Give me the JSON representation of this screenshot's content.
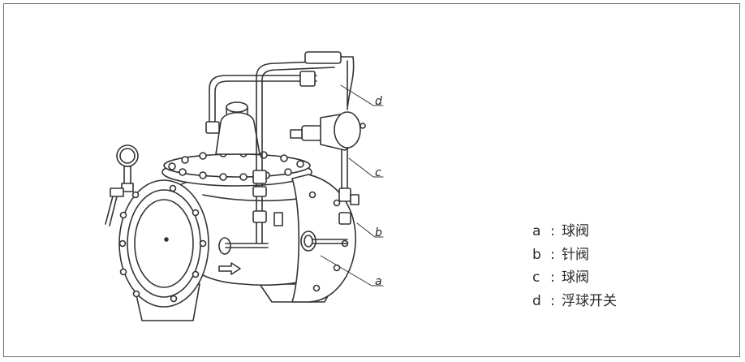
{
  "callouts": {
    "d": "d",
    "c": "c",
    "b": "b",
    "a": "a"
  },
  "legend": [
    {
      "key": "a",
      "sep": ":",
      "label": "球阀"
    },
    {
      "key": "b",
      "sep": ":",
      "label": "针阀"
    },
    {
      "key": "c",
      "sep": ":",
      "label": "球阀"
    },
    {
      "key": "d",
      "sep": ":",
      "label": "浮球开关"
    }
  ],
  "colors": {
    "line": "#333333",
    "frame": "#6b6b6b",
    "fill": "#ffffff"
  }
}
